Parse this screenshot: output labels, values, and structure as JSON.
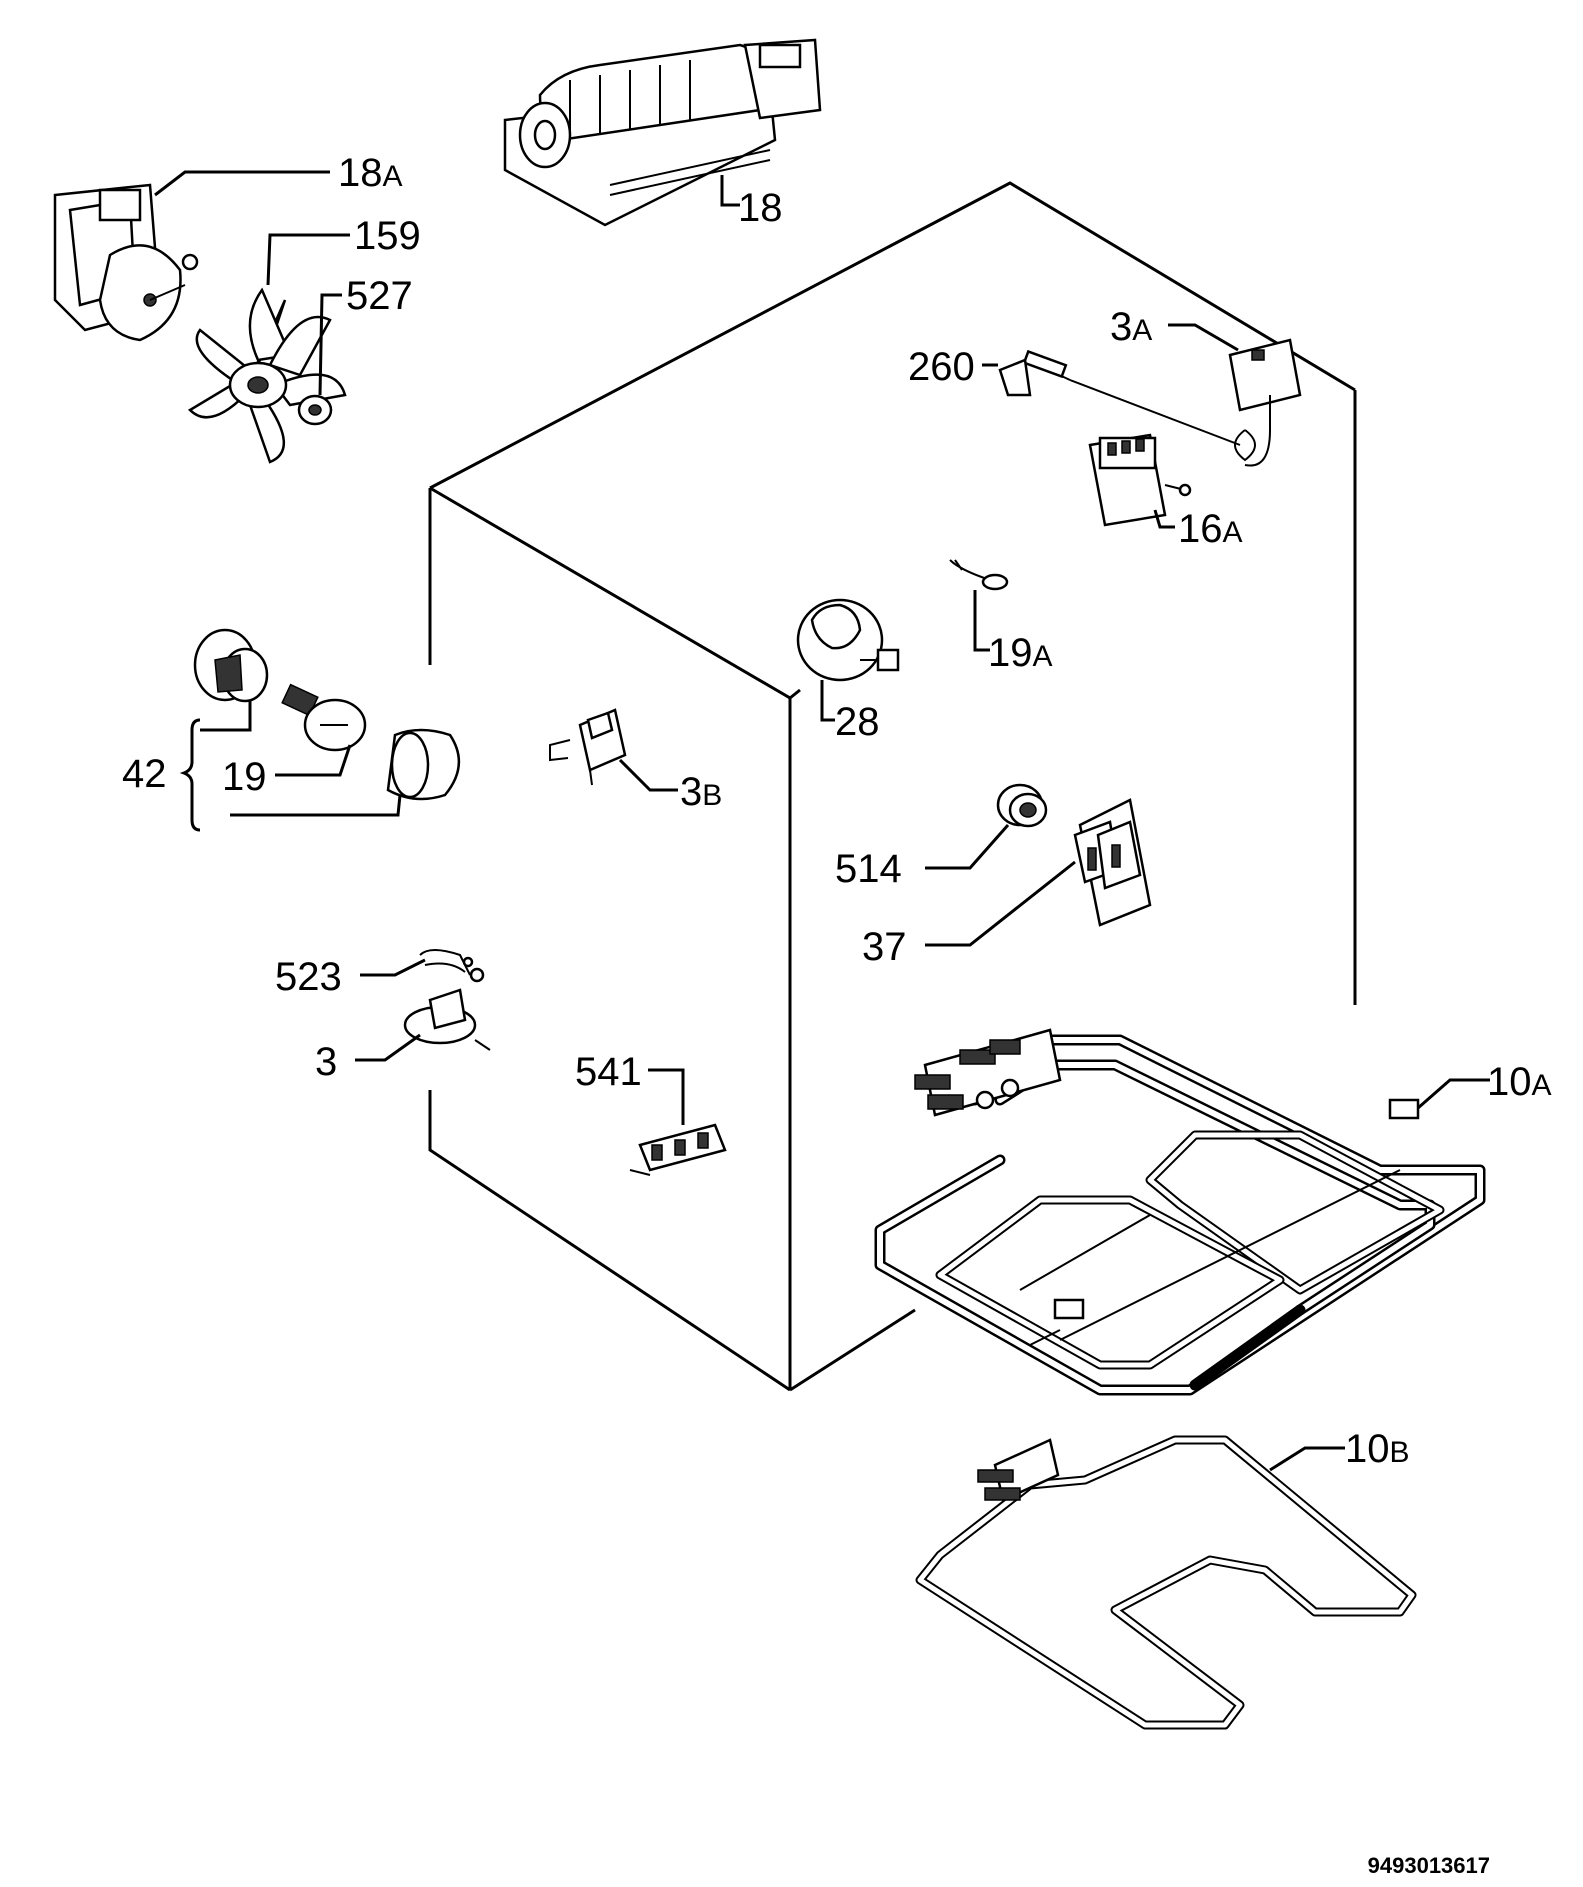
{
  "labels": {
    "p18a": {
      "num": "18",
      "suf": "A"
    },
    "p18": {
      "num": "18",
      "suf": ""
    },
    "p159": {
      "num": "159",
      "suf": ""
    },
    "p527": {
      "num": "527",
      "suf": ""
    },
    "p3a": {
      "num": "3",
      "suf": "A"
    },
    "p260": {
      "num": "260",
      "suf": ""
    },
    "p16a": {
      "num": "16",
      "suf": "A"
    },
    "p19a": {
      "num": "19",
      "suf": "A"
    },
    "p28": {
      "num": "28",
      "suf": ""
    },
    "p42": {
      "num": "42",
      "suf": ""
    },
    "p19": {
      "num": "19",
      "suf": ""
    },
    "p3b": {
      "num": "3",
      "suf": "B"
    },
    "p514": {
      "num": "514",
      "suf": ""
    },
    "p37": {
      "num": "37",
      "suf": ""
    },
    "p523": {
      "num": "523",
      "suf": ""
    },
    "p3": {
      "num": "3",
      "suf": ""
    },
    "p541": {
      "num": "541",
      "suf": ""
    },
    "p10a": {
      "num": "10",
      "suf": "A"
    },
    "p10b": {
      "num": "10",
      "suf": "B"
    }
  },
  "drawing_reference": "9493013617"
}
